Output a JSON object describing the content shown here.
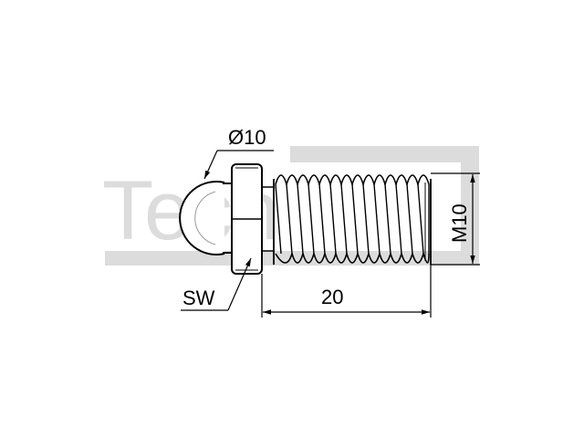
{
  "watermark": {
    "text": "Tech",
    "color": "#dcdcdc"
  },
  "dimensions": {
    "ball_diameter": "Ø10",
    "wrench_size": "SW",
    "thread_length": "20",
    "thread_size": "M10"
  },
  "colors": {
    "line": "#000000",
    "background": "#ffffff",
    "watermark": "#dcdcdc"
  },
  "thread": {
    "crest_count": 14
  }
}
